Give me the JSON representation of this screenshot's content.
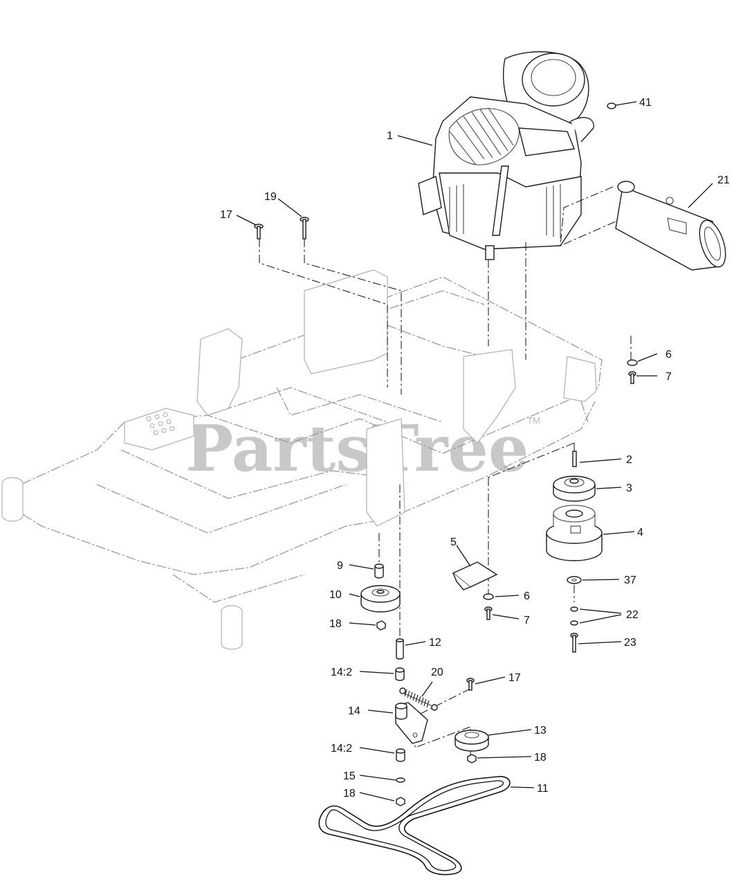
{
  "diagram": {
    "watermark": "PartsTree",
    "trademark": "TM",
    "callouts": [
      "41",
      "1",
      "21",
      "19",
      "17",
      "6",
      "7",
      "2",
      "3",
      "4",
      "5",
      "9",
      "6",
      "37",
      "10",
      "7",
      "22",
      "18",
      "12",
      "23",
      "14:2",
      "20",
      "17",
      "14",
      "13",
      "14:2",
      "18",
      "15",
      "11",
      "18"
    ]
  }
}
